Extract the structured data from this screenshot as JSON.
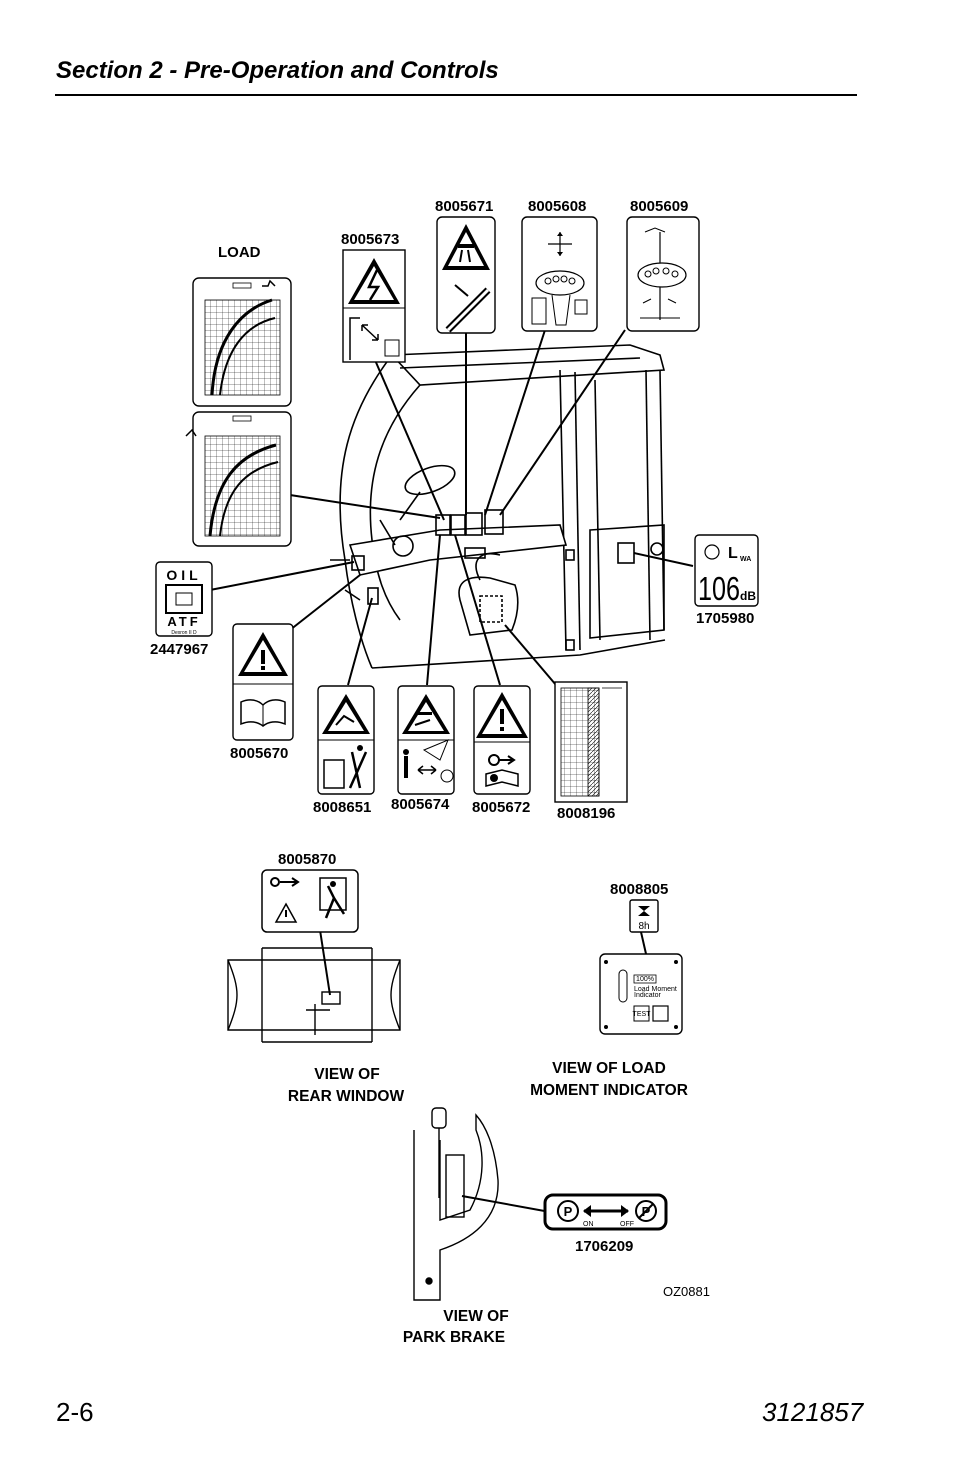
{
  "header": {
    "section_title": "Section 2 - Pre-Operation and Controls"
  },
  "footer": {
    "page_number": "2-6",
    "doc_number": "3121857"
  },
  "figure": {
    "labels": {
      "load": "LOAD",
      "p8005673": "8005673",
      "p8005671": "8005671",
      "p8005608": "8005608",
      "p8005609": "8005609",
      "p2447967": "2447967",
      "p1705980": "1705980",
      "p8005670": "8005670",
      "p8008651": "8008651",
      "p8005674": "8005674",
      "p8005672": "8005672",
      "p8008196": "8008196",
      "p8005870": "8005870",
      "p8008805": "8008805",
      "p1706209": "1706209",
      "figure_id": "OZ0881"
    },
    "captions": {
      "rear_window_1": "VIEW OF",
      "rear_window_2": "REAR WINDOW",
      "lmi_1": "VIEW OF LOAD",
      "lmi_2": "MOMENT INDICATOR",
      "park_brake_1": "VIEW OF",
      "park_brake_2": "PARK BRAKE"
    },
    "decal_text": {
      "oil": "OIL",
      "atf": "ATF",
      "dexron": "Dexron II D",
      "noise_value": "106",
      "noise_unit": "dB",
      "noise_l": "L",
      "noise_wa": "WA",
      "hour": "8h",
      "lmi_percent": "100%",
      "lmi_text_1": "Load Moment",
      "lmi_text_2": "Indicator",
      "lmi_test": "TEST",
      "brake_p": "P",
      "brake_on": "ON",
      "brake_off": "OFF"
    }
  }
}
